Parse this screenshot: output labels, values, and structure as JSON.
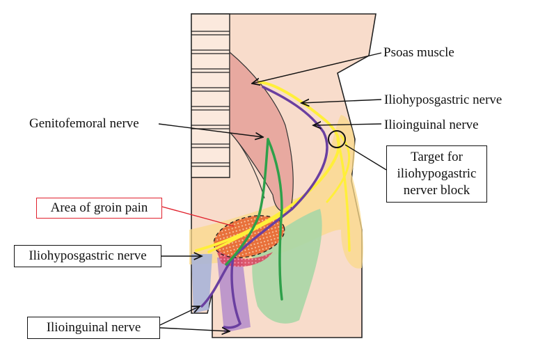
{
  "labels": {
    "psoas": "Psoas muscle",
    "iliohypo_right": "Iliohyposgastric nerve",
    "ilioinguinal_right": "Ilioinguinal nerve",
    "genitofemoral": "Genitofemoral nerve",
    "groin_pain": "Area of groin pain",
    "iliohypo_left": "Iliohyposgastric nerve",
    "ilioinguinal_left": "Ilioinguinal nerve",
    "target_lines": [
      "Target for",
      "iliohypogastric",
      "nerver block"
    ]
  },
  "colors": {
    "skin": "#f8dccb",
    "psoas": "#e8a9a0",
    "yellow_nerve": "#ffef3a",
    "yellow_zone": "#fbd98a",
    "purple_nerve": "#6a3fa0",
    "green_nerve": "#2ea04a",
    "green_zone": "#a9d6a6",
    "purple_zone": "#b48ccb",
    "blue_zone": "#a8b4d8",
    "groin_area": "#e8703a",
    "label_box_red": "#e0202c"
  }
}
